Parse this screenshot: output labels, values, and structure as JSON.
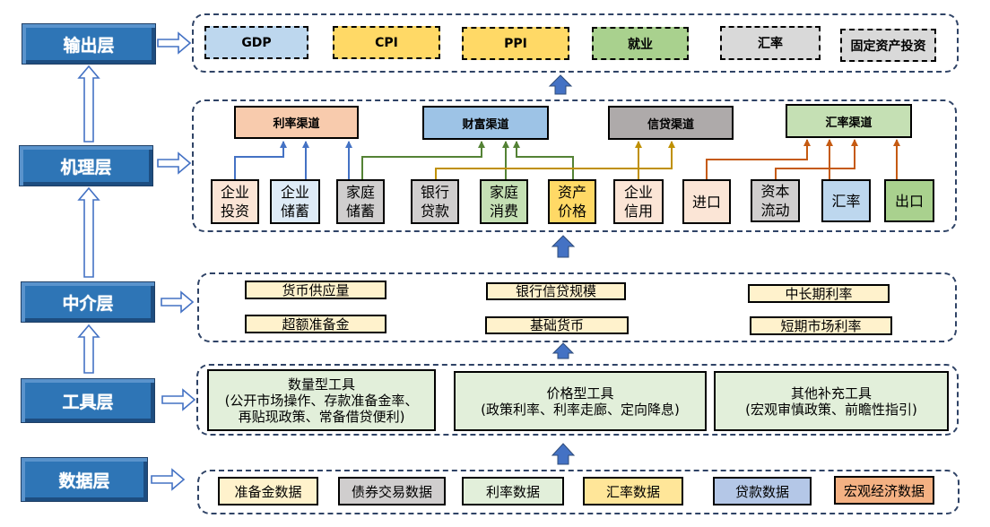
{
  "layers": {
    "output": "输出层",
    "mechanism": "机理层",
    "intermediary": "中介层",
    "tools": "工具层",
    "data": "数据层"
  },
  "output_layer": {
    "items": [
      {
        "label": "GDP",
        "color": "#bdd7ee"
      },
      {
        "label": "CPI",
        "color": "#ffd966"
      },
      {
        "label": "PPI",
        "color": "#ffd966"
      },
      {
        "label": "就业",
        "color": "#a9d18e"
      },
      {
        "label": "汇率",
        "color": "#d9d9d9"
      },
      {
        "label": "固定资产投资",
        "color": "#d9d9d9"
      }
    ]
  },
  "mechanism_layer": {
    "channels": [
      {
        "label": "利率渠道",
        "color": "#f8cbad"
      },
      {
        "label": "财富渠道",
        "color": "#9dc3e6"
      },
      {
        "label": "信贷渠道",
        "color": "#aeaaaa"
      },
      {
        "label": "汇率渠道",
        "color": "#c5e0b4"
      }
    ],
    "nodes": [
      {
        "line1": "企业",
        "line2": "投资",
        "color": "#fbe5d6"
      },
      {
        "line1": "企业",
        "line2": "储蓄",
        "color": "#deebf7"
      },
      {
        "line1": "家庭",
        "line2": "储蓄",
        "color": "#d0cece"
      },
      {
        "line1": "银行",
        "line2": "贷款",
        "color": "#d0cece"
      },
      {
        "line1": "家庭",
        "line2": "消费",
        "color": "#c5e0b4"
      },
      {
        "line1": "资产",
        "line2": "价格",
        "color": "#ffd966"
      },
      {
        "line1": "企业",
        "line2": "信用",
        "color": "#fbe5d6"
      },
      {
        "line1": "进口",
        "line2": "",
        "color": "#fbe5d6"
      },
      {
        "line1": "资本",
        "line2": "流动",
        "color": "#d0cece"
      },
      {
        "line1": "汇率",
        "line2": "",
        "color": "#bdd7ee"
      },
      {
        "line1": "出口",
        "line2": "",
        "color": "#a9d18e"
      }
    ],
    "connector_colors": {
      "interest": "#4472c4",
      "wealth": "#548235",
      "credit": "#bf9000",
      "fx": "#c55a11"
    }
  },
  "intermediary_layer": {
    "items": [
      "货币供应量",
      "银行信贷规模",
      "中长期利率",
      "超额准备金",
      "基础货币",
      "短期市场利率"
    ]
  },
  "tools_layer": {
    "items": [
      {
        "title": "数量型工具",
        "line2": "(公开市场操作、存款准备金率、",
        "line3": "再贴现政策、常备借贷便利)"
      },
      {
        "title": "价格型工具",
        "line2": "(政策利率、利率走廊、定向降息)",
        "line3": ""
      },
      {
        "title": "其他补充工具",
        "line2": "(宏观审慎政策、前瞻性指引)",
        "line3": ""
      }
    ]
  },
  "data_layer": {
    "items": [
      {
        "label": "准备金数据",
        "color": "#fff2cc"
      },
      {
        "label": "债券交易数据",
        "color": "#d0cece"
      },
      {
        "label": "利率数据",
        "color": "#e2efda"
      },
      {
        "label": "汇率数据",
        "color": "#ffe699"
      },
      {
        "label": "贷款数据",
        "color": "#b4c7e7"
      },
      {
        "label": "宏观经济数据",
        "color": "#f4b183"
      }
    ]
  }
}
